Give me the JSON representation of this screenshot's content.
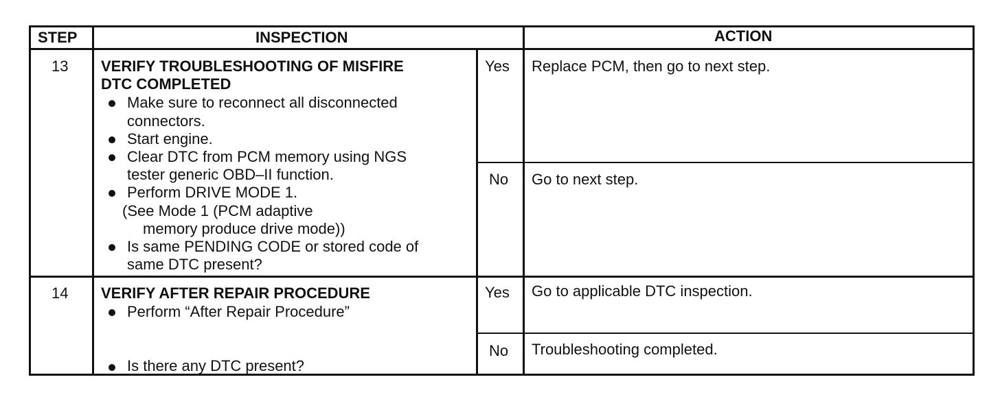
{
  "headers": {
    "step": "STEP",
    "inspection": "INSPECTION",
    "action": "ACTION"
  },
  "rows": [
    {
      "step": "13",
      "title_line1": "VERIFY TROUBLESHOOTING OF MISFIRE",
      "title_line2": "DTC COMPLETED",
      "b1_line1": "Make sure to reconnect all disconnected",
      "b1_line2": "connectors.",
      "b2": "Start engine.",
      "b3_line1": "Clear DTC from PCM memory using NGS",
      "b3_line2": "tester generic OBD–II function.",
      "b4": "Perform DRIVE MODE 1.",
      "note_line1": "(See Mode 1 (PCM adaptive",
      "note_line2": "memory produce drive mode))",
      "b5_line1": "Is same PENDING CODE or stored code of",
      "b5_line2": "same DTC present?",
      "yes_label": "Yes",
      "yes_action": "Replace PCM, then go to next step.",
      "no_label": "No",
      "no_action": "Go to next step."
    },
    {
      "step": "14",
      "title_line1": "VERIFY AFTER REPAIR PROCEDURE",
      "b1": "Perform “After Repair Procedure”",
      "b2": "Is there any DTC present?",
      "yes_label": "Yes",
      "yes_action": "Go to applicable DTC inspection.",
      "no_label": "No",
      "no_action": "Troubleshooting completed."
    }
  ]
}
